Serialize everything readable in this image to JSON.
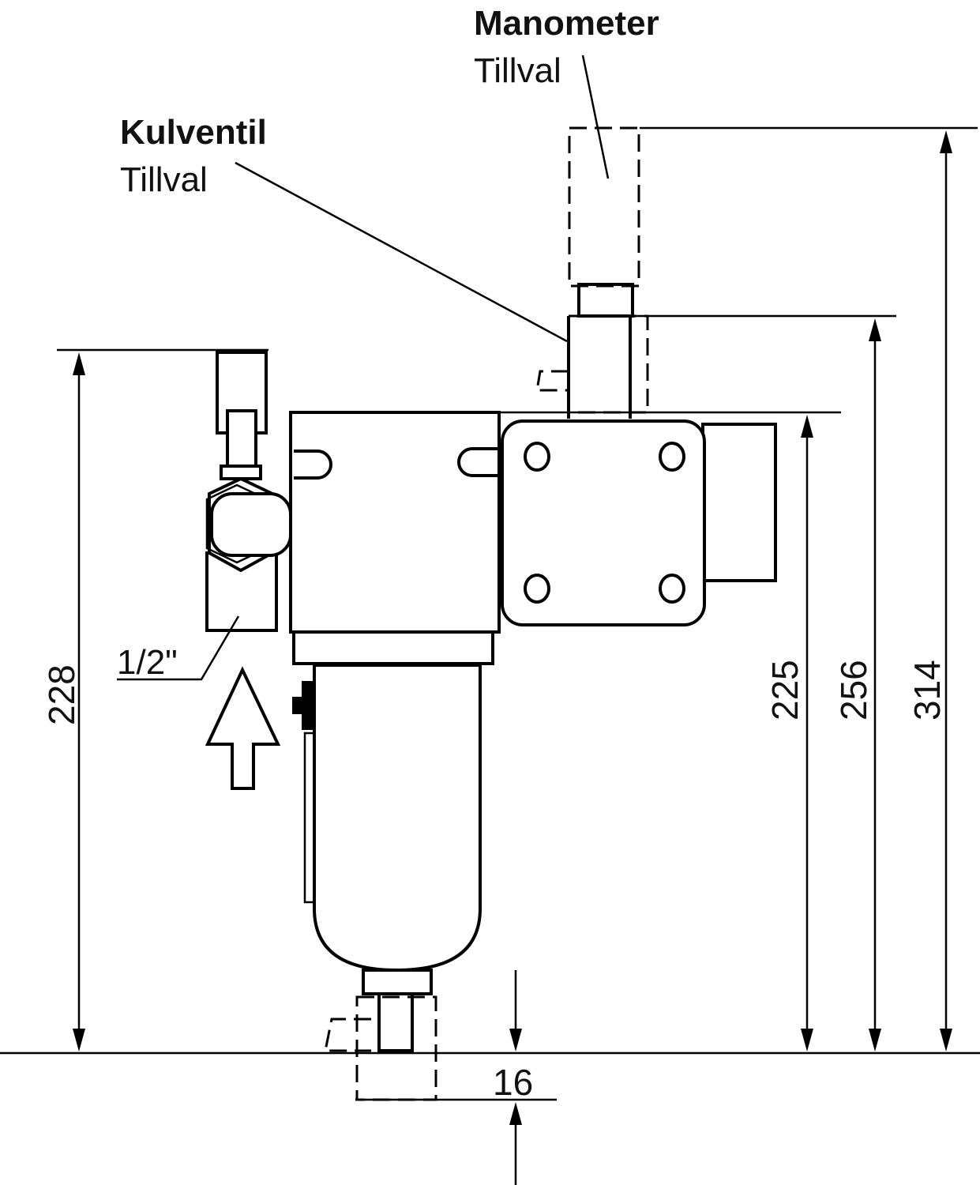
{
  "labels": {
    "gauge_title": "Manometer",
    "gauge_subtitle": "Tillval",
    "valve_title": "Kulventil",
    "valve_subtitle": "Tillval",
    "port_size": "1/2\""
  },
  "dimensions": {
    "total_height_left": "228",
    "height_body": "225",
    "height_valve": "256",
    "height_gauge": "314",
    "drain_depth": "16"
  },
  "colors": {
    "line": "#000000",
    "background": "#ffffff"
  },
  "icons": {
    "flow_direction": "arrow-up-outline-icon"
  }
}
